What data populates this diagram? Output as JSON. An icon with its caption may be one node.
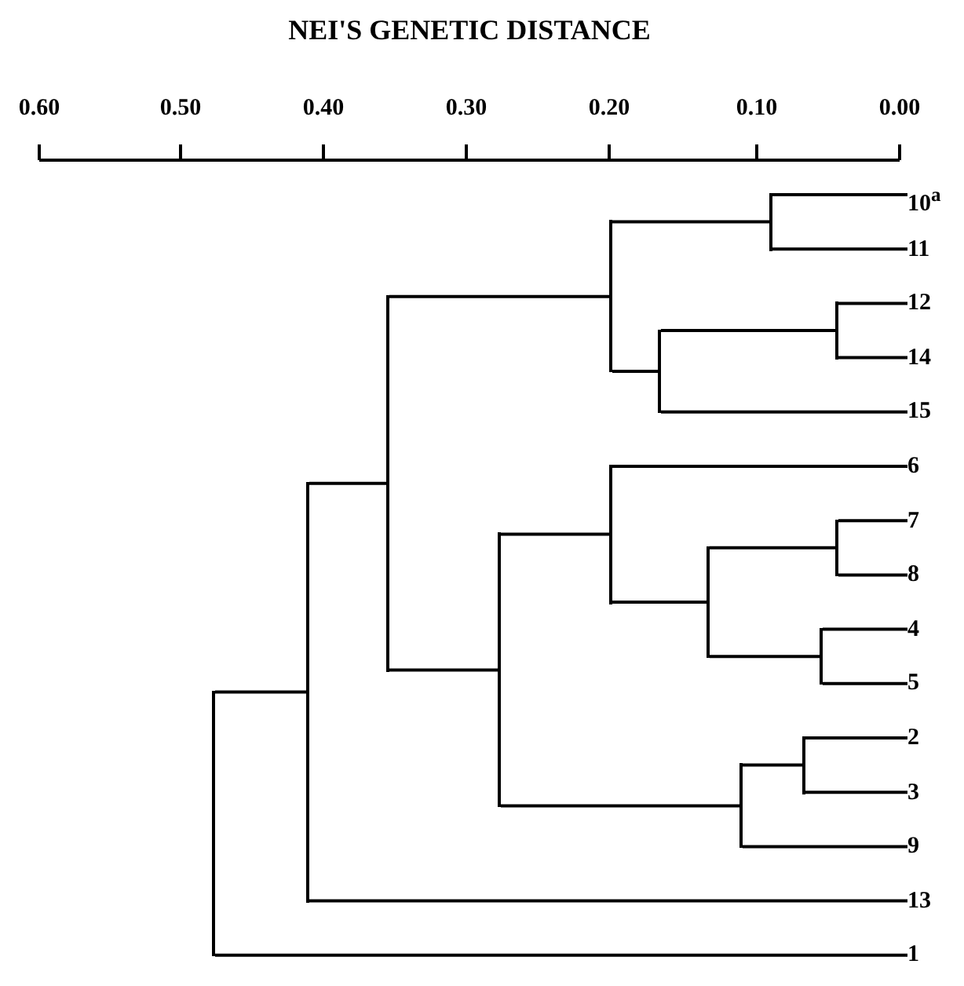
{
  "diagram": {
    "title": "NEI'S GENETIC DISTANCE",
    "nodes": [
      {
        "text": [
          "10$^{a}$"
        ]
      },
      {
        "text": [
          "11"
        ]
      },
      {
        "text": [
          "12"
        ]
      },
      {
        "text": [
          "14"
        ]
      },
      {
        "text": [
          "15"
        ]
      },
      {
        "text": [
          "6"
        ]
      },
      {
        "text": [
          "7"
        ]
      },
      {
        "text": [
          "8"
        ]
      },
      {
        "text": [
          "4"
        ]
      },
      {
        "text": [
          "5"
        ]
      },
      {
        "text": [
          "2"
        ]
      },
      {
        "text": [
          "3"
        ]
      },
      {
        "text": [
          "9"
        ]
      },
      {
        "text": [
          "13"
        ]
      },
      {
        "text": [
          "1"
        ]
      },
      {
        "text": [],
        "shape": "bar"
      },
      {
        "text": [],
        "shape": "bar"
      },
      {
        "text": [],
        "shape": "bar"
      },
      {
        "text": [],
        "shape": "bar"
      },
      {
        "text": [],
        "shape": "bar"
      },
      {
        "text": [],
        "shape": "bar"
      },
      {
        "text": [],
        "shape": "bar"
      },
      {
        "text": [],
        "shape": "bar"
      },
      {
        "text": [],
        "shape": "bar"
      },
      {
        "text": [],
        "shape": "bar"
      },
      {
        "text": [],
        "shape": "bar"
      },
      {
        "text": [],
        "shape": "bar"
      },
      {
        "text": [],
        "shape": "bar"
      },
      {
        "text": [],
        "shape": "bar"
      }
    ],
    "edges": [
      {
        "from": 15,
        "to": 16,
        "arrow": "none"
      },
      {
        "from": 15,
        "to": 14,
        "arrow": "none"
      },
      {
        "from": 16,
        "to": 17,
        "arrow": "none"
      },
      {
        "from": 16,
        "to": 13,
        "arrow": "none"
      },
      {
        "from": 17,
        "to": 19,
        "arrow": "none"
      },
      {
        "from": 17,
        "to": 18,
        "arrow": "none"
      },
      {
        "from": 18,
        "to": 20,
        "arrow": "none"
      },
      {
        "from": 18,
        "to": 23,
        "arrow": "none"
      },
      {
        "from": 19,
        "to": 24,
        "arrow": "none"
      },
      {
        "from": 19,
        "to": 21,
        "arrow": "none"
      },
      {
        "from": 20,
        "to": 5,
        "arrow": "none"
      },
      {
        "from": 20,
        "to": 22,
        "arrow": "none"
      },
      {
        "from": 21,
        "to": 27,
        "arrow": "none"
      },
      {
        "from": 21,
        "to": 4,
        "arrow": "none"
      },
      {
        "from": 22,
        "to": 28,
        "arrow": "none"
      },
      {
        "from": 22,
        "to": 26,
        "arrow": "none"
      },
      {
        "from": 23,
        "to": 25,
        "arrow": "none"
      },
      {
        "from": 23,
        "to": 12,
        "arrow": "none"
      },
      {
        "from": 24,
        "to": 0,
        "arrow": "none"
      },
      {
        "from": 24,
        "to": 1,
        "arrow": "none"
      },
      {
        "from": 25,
        "to": 10,
        "arrow": "none"
      },
      {
        "from": 25,
        "to": 11,
        "arrow": "none"
      },
      {
        "from": 26,
        "to": 8,
        "arrow": "none"
      },
      {
        "from": 26,
        "to": 9,
        "arrow": "none"
      },
      {
        "from": 27,
        "to": 2,
        "arrow": "none"
      },
      {
        "from": 27,
        "to": 3,
        "arrow": "none"
      },
      {
        "from": 28,
        "to": 6,
        "arrow": "none"
      },
      {
        "from": 28,
        "to": 7,
        "arrow": "none"
      }
    ],
    "labels": [
      "0.60",
      "0.50",
      "0.40",
      "0.30",
      "0.20",
      "0.10",
      "0.00"
    ]
  }
}
